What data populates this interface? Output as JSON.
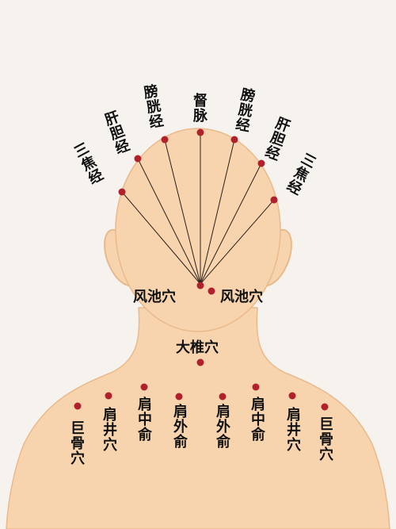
{
  "colors": {
    "background": "#f6f3ef",
    "skin": "#f7d4ad",
    "skin_outline": "#eab98c",
    "ear_shadow": "#e7ba8e",
    "point": "#b0212c",
    "line": "#2a1f1a",
    "text": "#111111"
  },
  "head_labels": {
    "sanjiao_left": "三焦经",
    "gandan_left": "肝胆经",
    "pangguang_left": "膀胱经",
    "dumai": "督脉",
    "pangguang_right": "膀胱经",
    "gandan_right": "肝胆经",
    "sanjiao_right": "三焦经"
  },
  "point_labels": {
    "fengchi_left": "风池穴",
    "fengchi_right": "风池穴",
    "dazhui": "大椎穴",
    "jugu_left": "巨骨穴",
    "jianjing_left": "肩井穴",
    "jianzhongshu_left": "肩中俞",
    "jianwaishu_left": "肩外俞",
    "jianwaishu_right": "肩外俞",
    "jianzhongshu_right": "肩中俞",
    "jianjing_right": "肩井穴",
    "jugu_right": "巨骨穴"
  }
}
